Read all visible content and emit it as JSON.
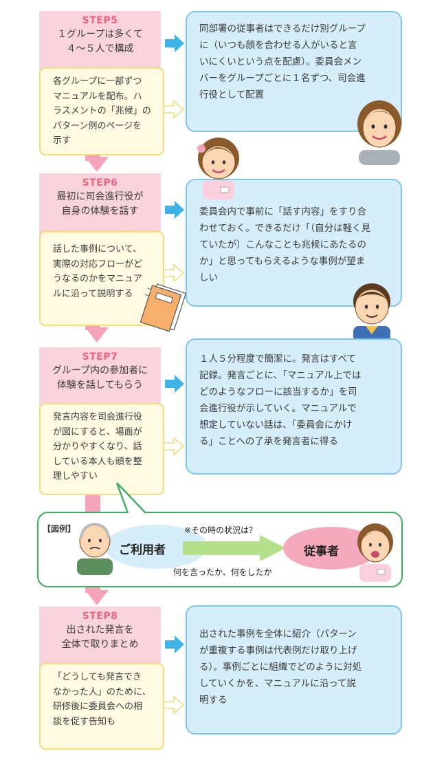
{
  "steps": [
    {
      "num": "STEP5",
      "title": "１グループは多くて\n４～５人で構成",
      "yellow": "各グループに一部ずつ\nマニュアルを配布。ハ\nラスメントの「兆候」の\nパターン例のページを\n示す",
      "blue": "同部署の従事者はできるだけ別グループ\nに（いつも顔を合わせる人がいると言\nいにくいという点を配慮）。委員会メン\nバーをグループごとに１名ずつ、司会進\n行役として配置"
    },
    {
      "num": "STEP6",
      "title": "最初に司会進行役が\n自身の体験を話す",
      "yellow": "話した事例について、\n実際の対応フローがど\nうなるのかをマニュア\nルに沿って説明する",
      "blue": "委員会内で事前に「話す内容」をすり合\nわせておく。できるだけ「（自分は軽く見\nていたが）こんなことも兆候にあたるの\nか」と思ってもらえるような事例が望ま\nしい"
    },
    {
      "num": "STEP7",
      "title": "グループ内の参加者に\n体験を話してもらう",
      "yellow": "発言内容を司会進行役\nが図にすると、場面が\n分かりやすくなり、話\nしている本人も頭を整\n理しやすい",
      "blue": "１人５分程度で簡潔に。発言はすべて\n記録。発言ごとに、「マニュアル上では\nどのようなフローに該当するか」を司\n会進行役が示していく。マニュアルで\n想定していない話は、「委員会にかけ\nる」ことへの了承を発言者に得る"
    },
    {
      "num": "STEP8",
      "title": "出された発言を\n全体で取りまとめ",
      "yellow": "「どうしても発言でき\nなかった人」のために、\n研修後に委員会への相\n談を促す告知も",
      "blue": "出された事例を全体に紹介（パターン\nが重複する事例は代表例だけ取り上げ\nる）。事例ごとに組織でどのように対処\nしていくかを、マニュアルに沿って説\n明する"
    }
  ],
  "legend": {
    "tag": "【図例】",
    "user_label": "ご利用者",
    "staff_label": "従事者",
    "note": "※その時の状況は？",
    "caption": "何を言ったか、何をしたか"
  },
  "colors": {
    "step_pink": "#e9657f",
    "head_bg": "#f8d3dc",
    "yellow_border": "#f3dc7a",
    "blue_border": "#7fc6e8",
    "legend_green": "#3fae63",
    "arrow_green": "#b5e08a"
  }
}
